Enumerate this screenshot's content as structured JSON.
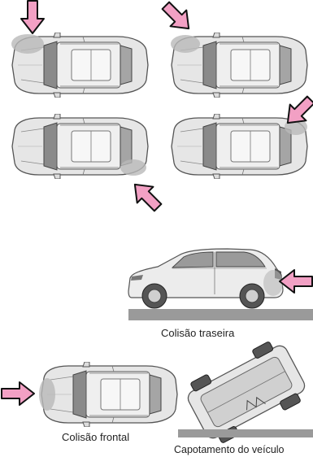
{
  "diagram": {
    "captions": {
      "rear": "Colisão traseira",
      "frontal": "Colisão frontal",
      "rollover": "Capotamento do veículo"
    },
    "colors": {
      "arrow_fill": "#f2a0c4",
      "arrow_stroke": "#111111",
      "car_body": "#e6e6e6",
      "car_dark": "#8a8a8a",
      "car_line": "#555555",
      "impact_shade": "#b9b9b9",
      "ground": "#9a9a9a"
    },
    "icons": {
      "arrow": "impact-arrow-icon",
      "car_top": "car-top-view-icon",
      "car_side": "car-side-view-icon",
      "car_overturned": "car-overturned-icon"
    }
  }
}
